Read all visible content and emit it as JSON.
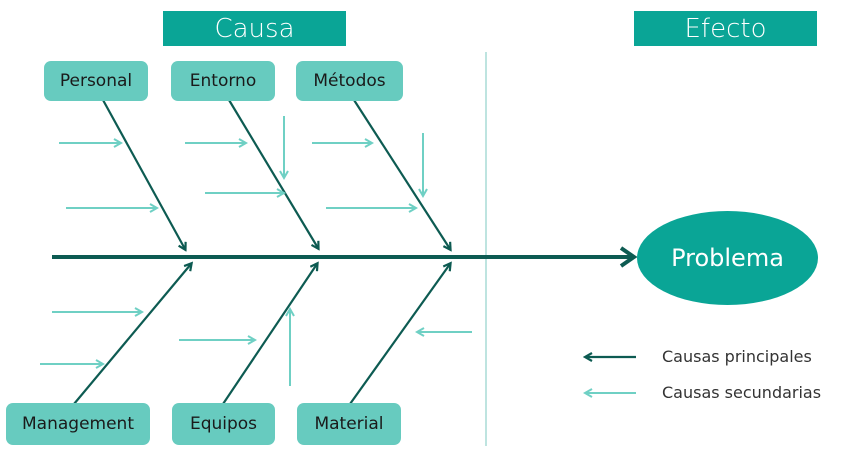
{
  "headers": {
    "cause": "Causa",
    "effect": "Efecto"
  },
  "categories_top": [
    "Personal",
    "Entorno",
    "Métodos"
  ],
  "categories_bottom": [
    "Management",
    "Equipos",
    "Material"
  ],
  "effect_label": "Problema",
  "legend": {
    "main": "Causas principales",
    "secondary": "Causas secundarias"
  },
  "colors": {
    "header": "#0aa596",
    "box": "#67cbbf",
    "ellipse": "#0aa596",
    "main_arrow": "#0d5b52",
    "secondary_arrow": "#6fd0c4",
    "divider": "#a8dcd5"
  }
}
